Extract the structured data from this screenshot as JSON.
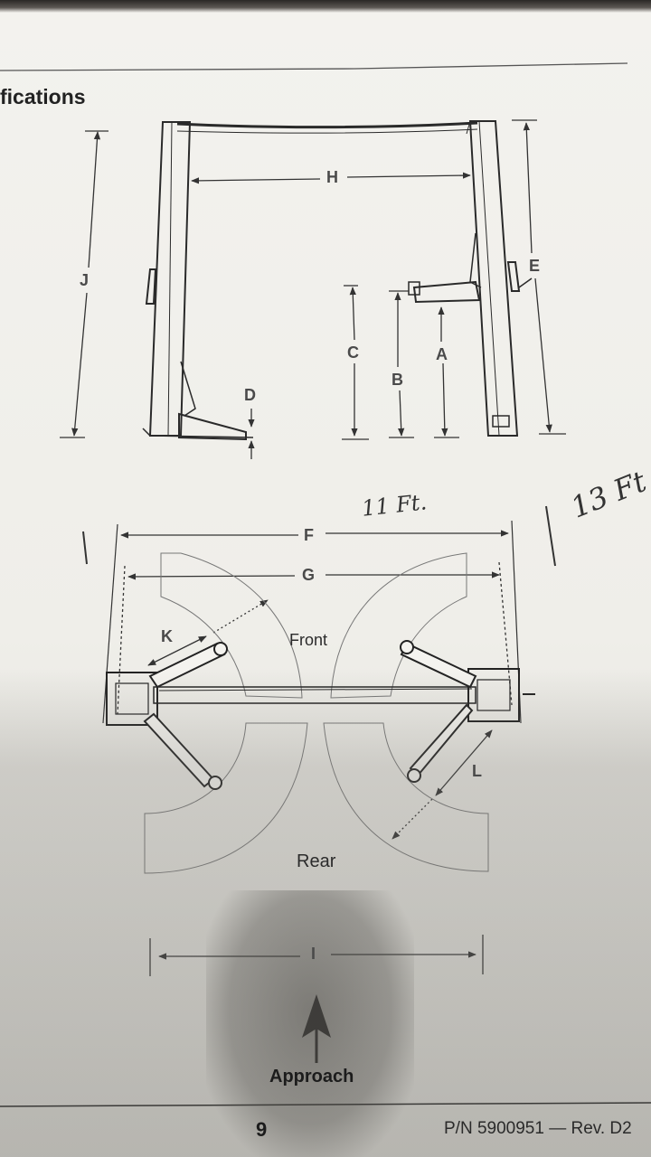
{
  "document": {
    "section_title": "fications",
    "page_number": "9",
    "part_number": "P/N 5900951 — Rev. D2"
  },
  "front_view": {
    "labels": {
      "h": "H",
      "j": "J",
      "e": "E",
      "c": "C",
      "b": "B",
      "a": "A",
      "d": "D"
    }
  },
  "top_view": {
    "labels": {
      "f": "F",
      "g": "G",
      "k": "K",
      "l": "L",
      "i": "I"
    },
    "front_label": "Front",
    "rear_label": "Rear",
    "approach_label": "Approach"
  },
  "handwriting": {
    "note_left": "11 Ft.",
    "note_right": "13 Ft"
  }
}
